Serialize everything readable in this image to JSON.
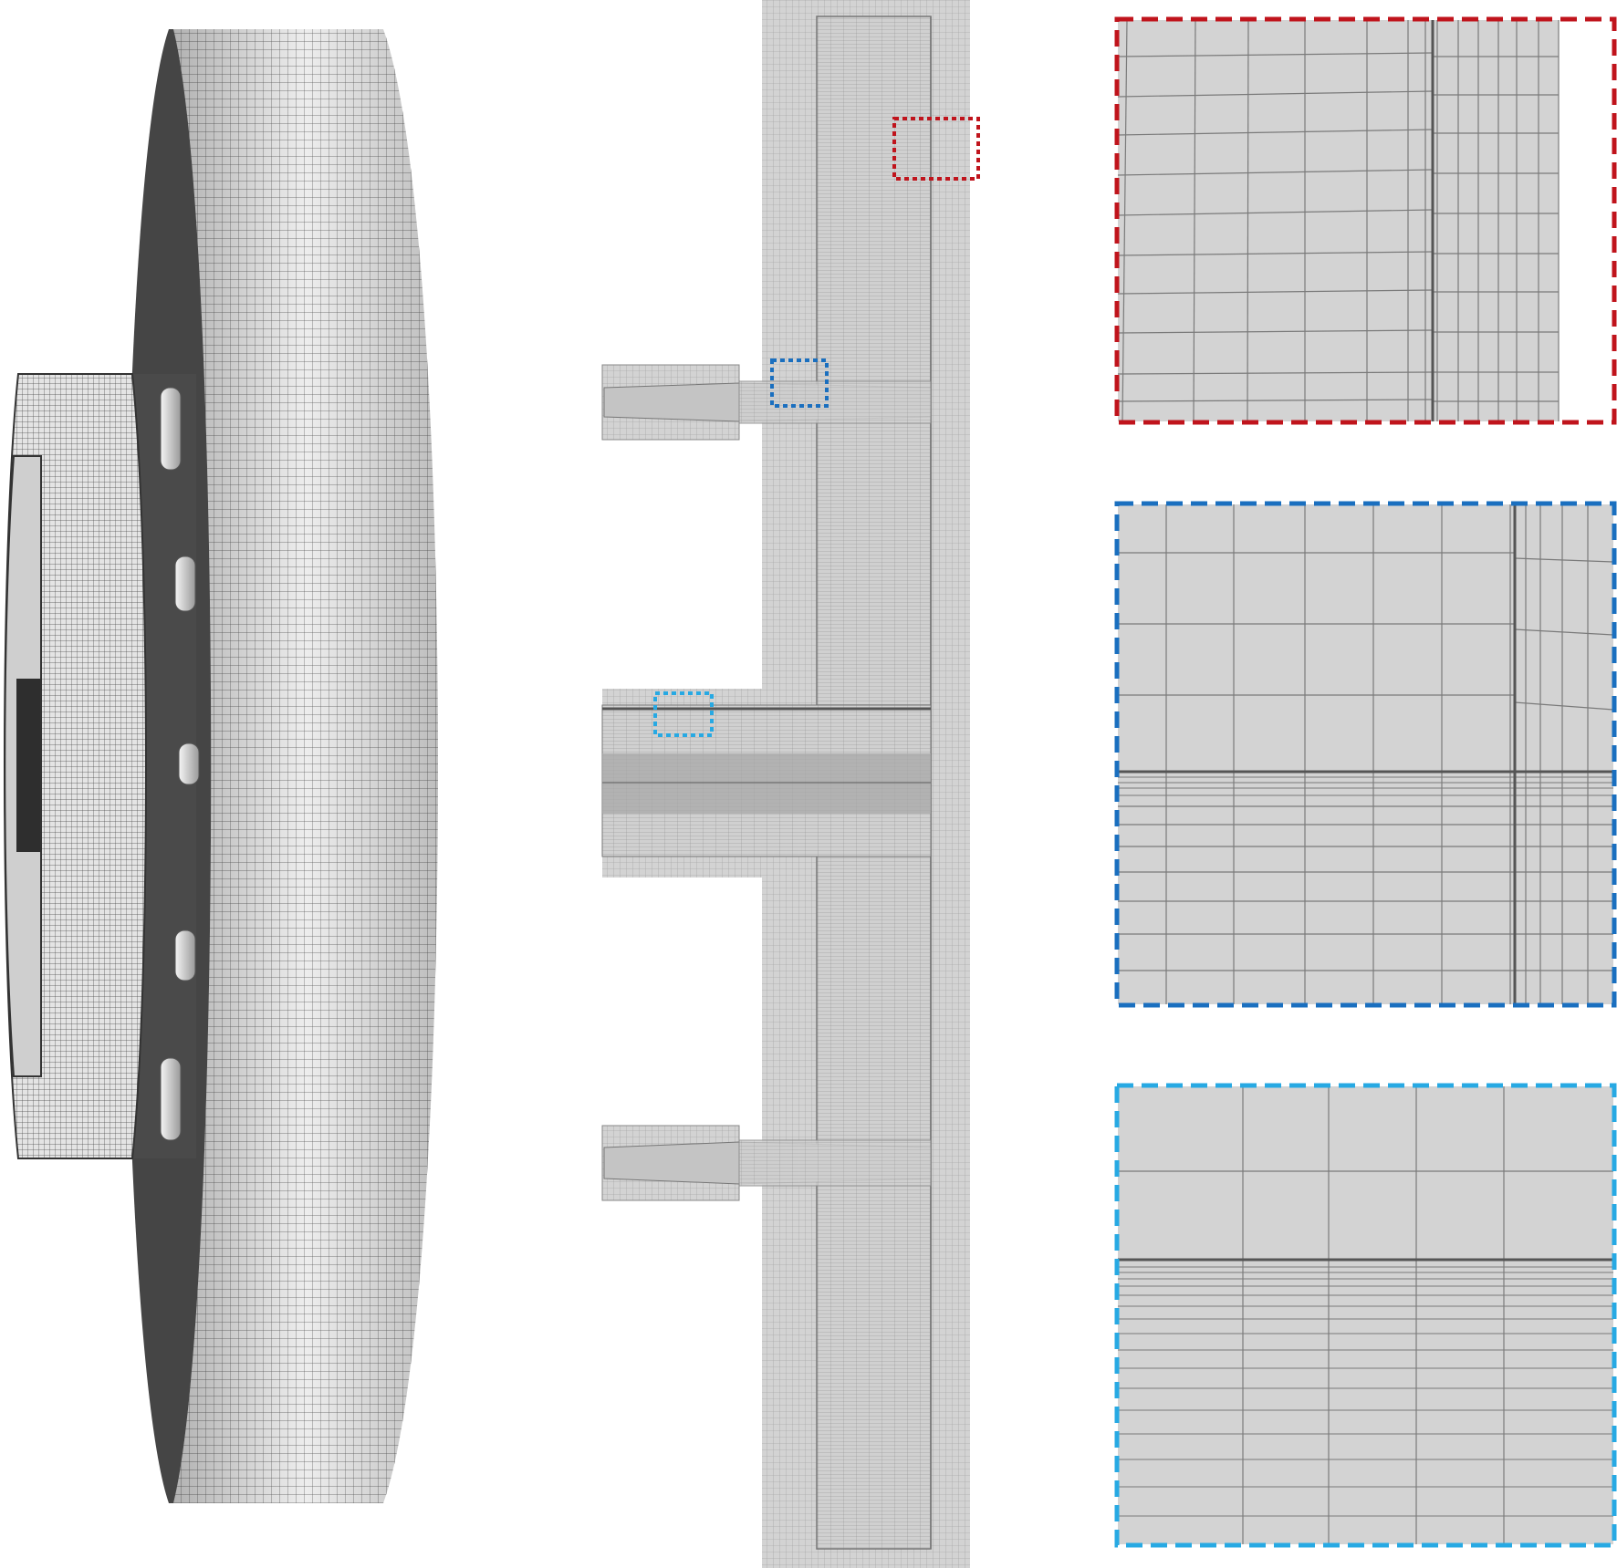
{
  "colors": {
    "background": "#ffffff",
    "mesh_fill": "#d3d3d3",
    "mesh_line": "#808080",
    "mesh_dark": "#5a5a5a",
    "shell_dark": "#454545",
    "disk_light": "#e9e9e9",
    "inset_top_border": "#c0141c",
    "inset_middle_border": "#1a6fbf",
    "inset_bottom_border": "#27a9e3"
  },
  "panels": [
    {
      "name": "3d-mesh-view"
    },
    {
      "name": "cross-section-mesh"
    },
    {
      "name": "zoom-inset-red",
      "marker_color_key": "inset_top_border"
    },
    {
      "name": "zoom-inset-dark-blue",
      "marker_color_key": "inset_middle_border"
    },
    {
      "name": "zoom-inset-light-blue",
      "marker_color_key": "inset_bottom_border"
    }
  ]
}
